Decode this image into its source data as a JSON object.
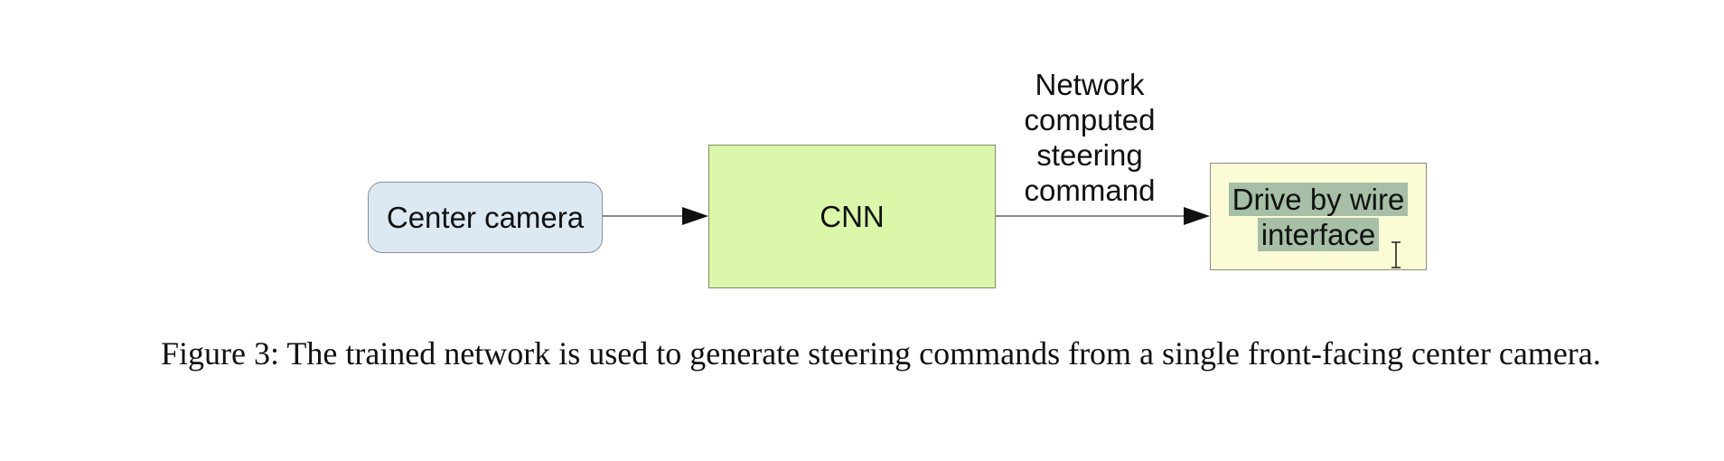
{
  "diagram": {
    "nodes": {
      "camera": "Center camera",
      "cnn": "CNN",
      "drive": [
        "Drive by wire",
        "interface"
      ]
    },
    "edges": [
      {
        "from": "camera",
        "to": "cnn",
        "label": ""
      },
      {
        "from": "cnn",
        "to": "drive",
        "label": [
          "Network",
          "computed",
          "steering",
          "command"
        ]
      }
    ]
  },
  "caption": {
    "label": "Figure 3:",
    "text": "The trained network is used to generate steering commands from a single front-facing center camera."
  },
  "colors": {
    "camera_fill": "#dce9f3",
    "cnn_fill": "#dbf7a9",
    "drive_fill": "#fbfbd6",
    "selection_highlight": "#a6bfa6"
  }
}
